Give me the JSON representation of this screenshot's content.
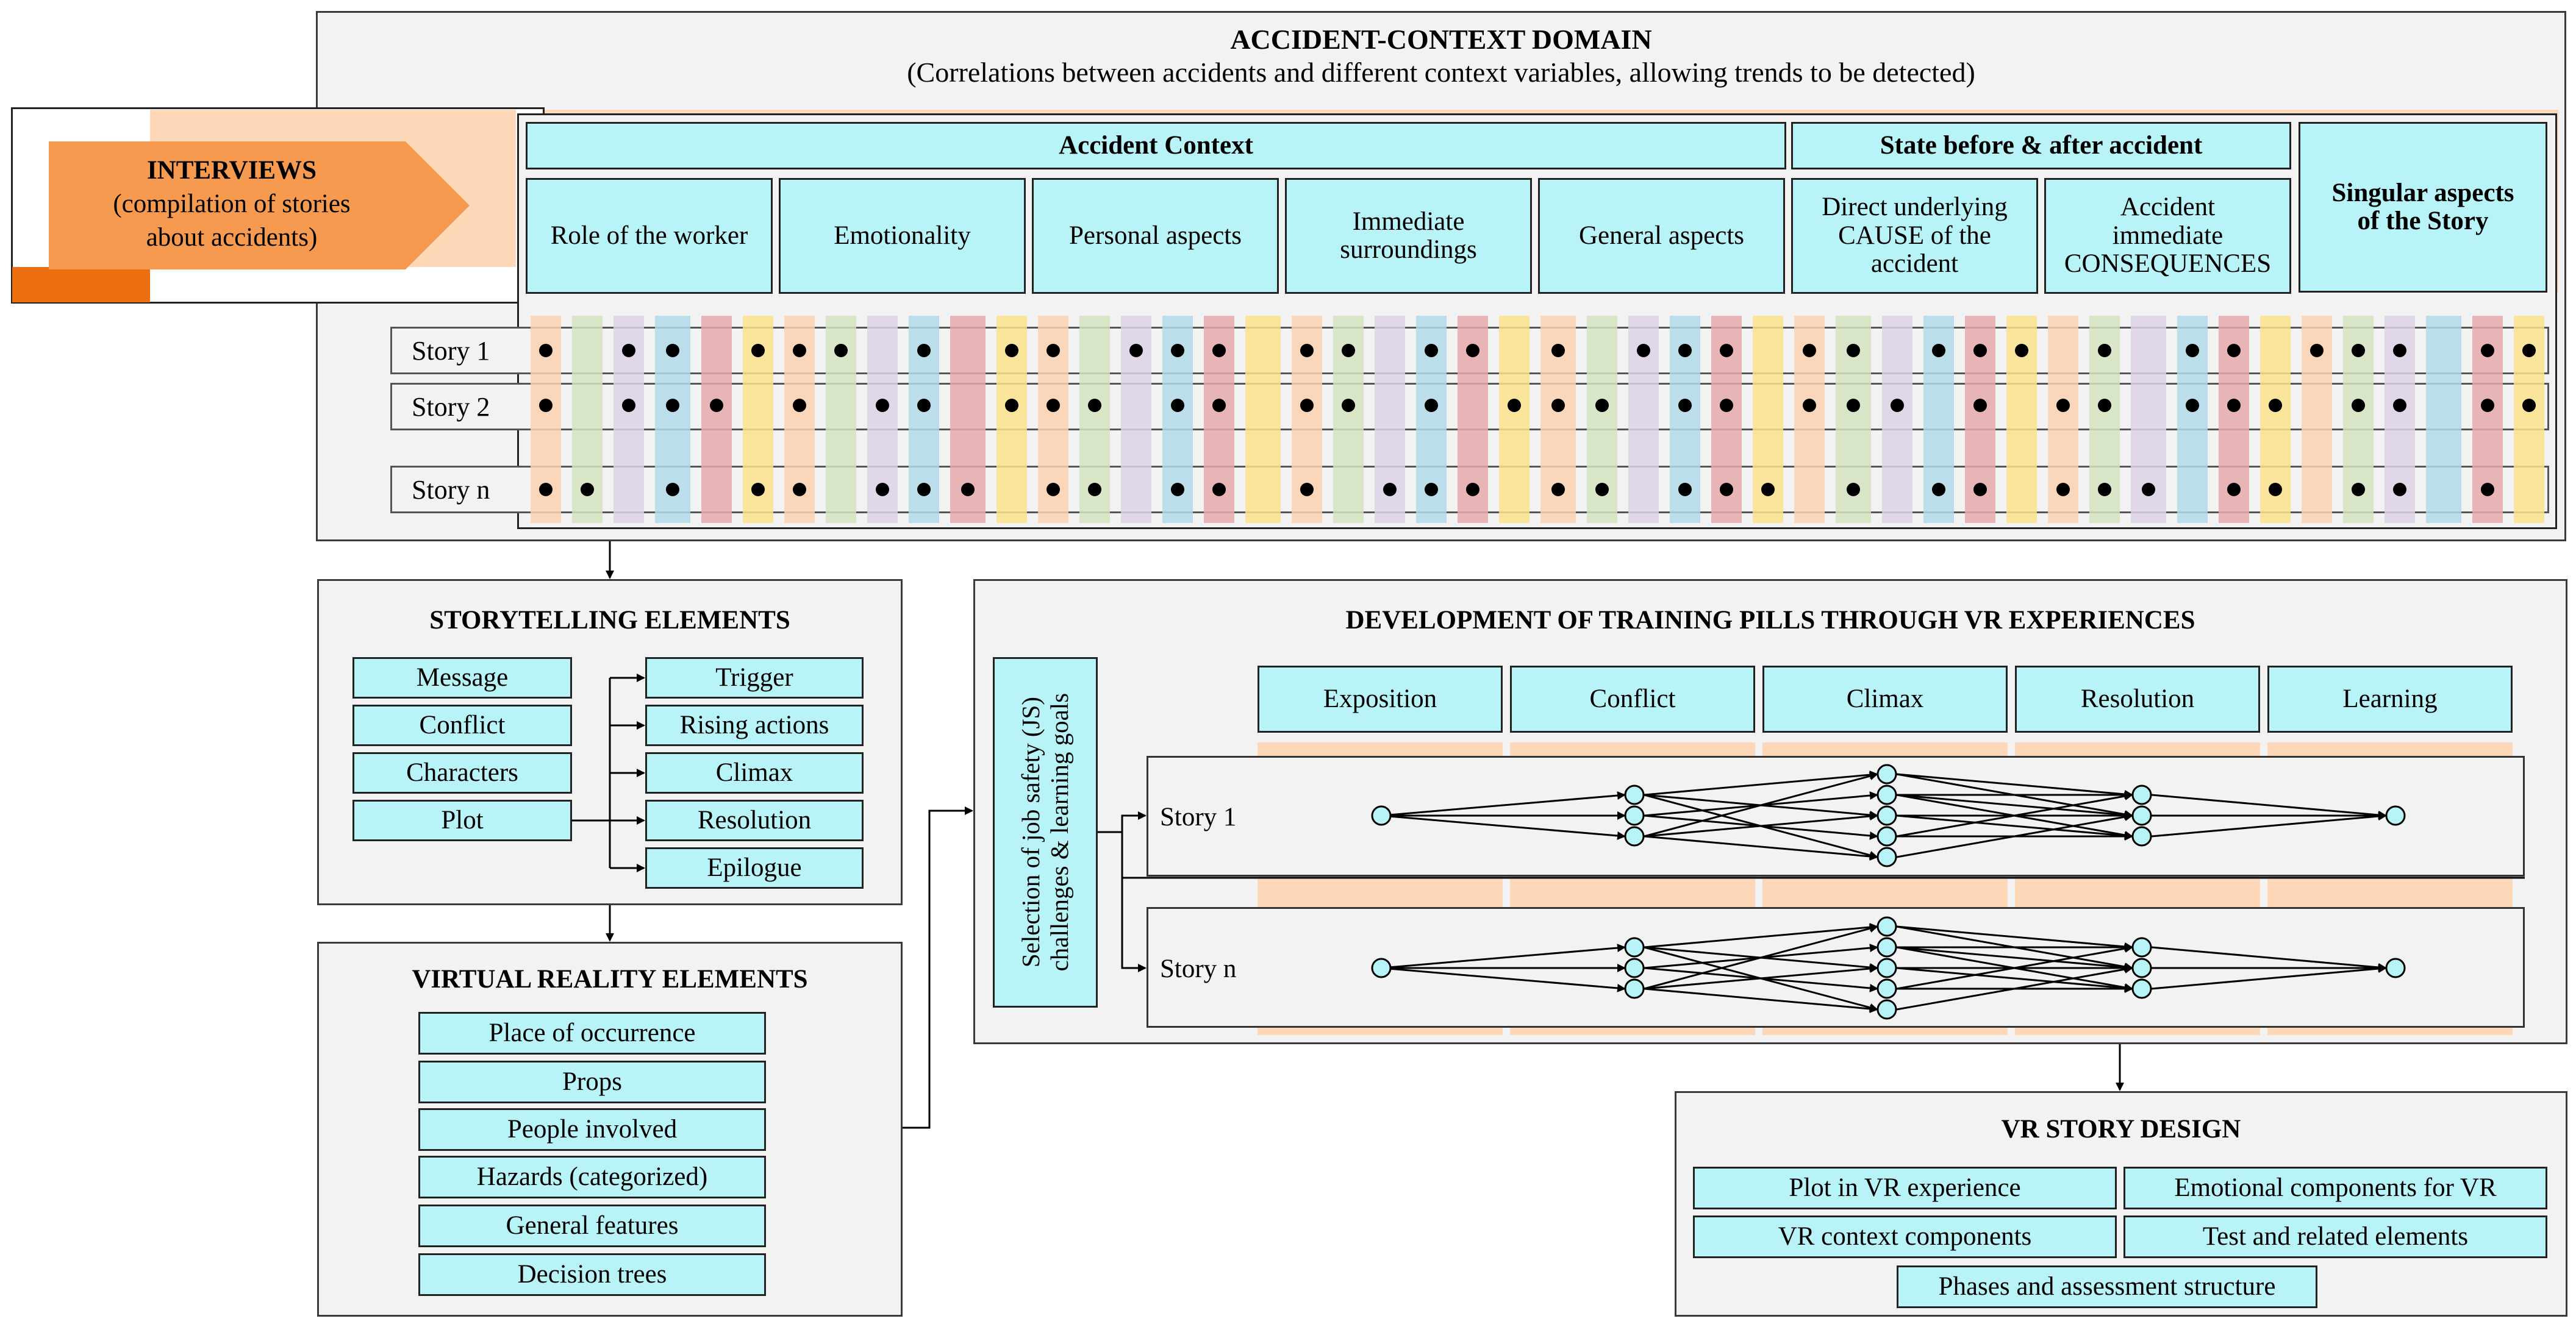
{
  "accident_context_domain": {
    "title": "ACCIDENT-CONTEXT DOMAIN",
    "subtitle": "(Correlations between accidents and different context variables, allowing trends to be detected)"
  },
  "interviews": {
    "title": "INTERVIEWS",
    "line1": "(compilation of stories",
    "line2": "about accidents)"
  },
  "groups": {
    "accident_context": "Accident Context",
    "state": "State before & after accident",
    "singular_line1": "Singular aspects",
    "singular_line2": "of the Story"
  },
  "categories": [
    {
      "l1": "Role of the worker",
      "l2": "",
      "l3": ""
    },
    {
      "l1": "Emotionality",
      "l2": "",
      "l3": ""
    },
    {
      "l1": "Personal aspects",
      "l2": "",
      "l3": ""
    },
    {
      "l1": "Immediate",
      "l2": "surroundings",
      "l3": ""
    },
    {
      "l1": "General aspects",
      "l2": "",
      "l3": ""
    },
    {
      "l1": "Direct underlying",
      "l2": "CAUSE of the",
      "l3": "accident"
    },
    {
      "l1": "Accident",
      "l2": "immediate",
      "l3": "CONSEQUENCES"
    }
  ],
  "story_rows": [
    "Story 1",
    "Story 2",
    "Story n"
  ],
  "storytelling": {
    "title": "STORYTELLING ELEMENTS",
    "left": [
      "Message",
      "Conflict",
      "Characters",
      "Plot"
    ],
    "right": [
      "Trigger",
      "Rising actions",
      "Climax",
      "Resolution",
      "Epilogue"
    ]
  },
  "vr_elements": {
    "title": "VIRTUAL REALITY ELEMENTS",
    "items": [
      "Place of occurrence",
      "Props",
      "People involved",
      "Hazards (categorized)",
      "General features",
      "Decision trees"
    ]
  },
  "development": {
    "title": "DEVELOPMENT OF TRAINING PILLS THROUGH VR EXPERIENCES",
    "selection_line1": "Selection of job safety (JS)",
    "selection_line2": "challenges & learning goals",
    "phases": [
      "Exposition",
      "Conflict",
      "Climax",
      "Resolution",
      "Learning"
    ],
    "stories": [
      "Story 1",
      "Story n"
    ]
  },
  "vr_story_design": {
    "title": "VR STORY DESIGN",
    "items": [
      "Plot in VR experience",
      "Emotional components for VR",
      "VR context components",
      "Test and related elements",
      "Phases and assessment structure"
    ]
  },
  "colors": {
    "panel_bg": "#f2f2f2",
    "box_fill": "#b8f4f7",
    "orange": "#f59a4e",
    "orange_dark": "#ec7012",
    "peach": "#fcd7b8"
  }
}
